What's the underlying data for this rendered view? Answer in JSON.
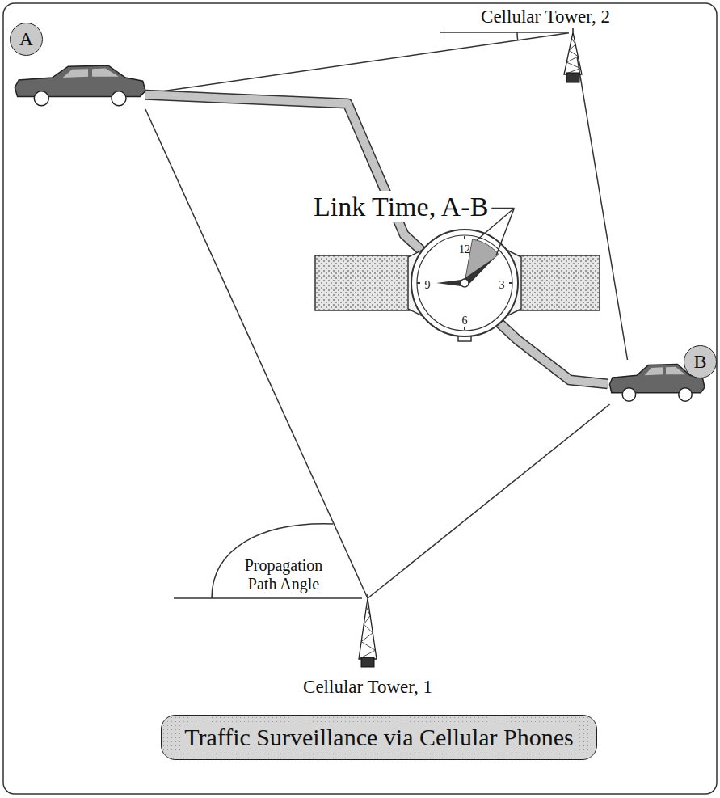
{
  "diagram": {
    "title": "Traffic Surveillance via Cellular Phones",
    "nodes": [
      {
        "text": [
          "A"
        ]
      },
      {
        "text": [
          "Cellular Tower, 2"
        ]
      },
      {
        "text": [
          "B"
        ]
      },
      {
        "text": [
          "Cellular Tower, 1"
        ]
      }
    ],
    "edges": [
      {
        "from": 0,
        "to": 1,
        "arrow": "none"
      },
      {
        "from": 1,
        "to": 2,
        "arrow": "none"
      },
      {
        "from": 0,
        "to": 3,
        "arrow": "none"
      },
      {
        "from": 3,
        "to": 2,
        "arrow": "none"
      },
      {
        "from": 0,
        "to": 2,
        "arrow": "none"
      }
    ],
    "labels": [
      "Link Time, A-B",
      "Propagation Path Angle",
      "12",
      "3",
      "6",
      "9"
    ]
  }
}
